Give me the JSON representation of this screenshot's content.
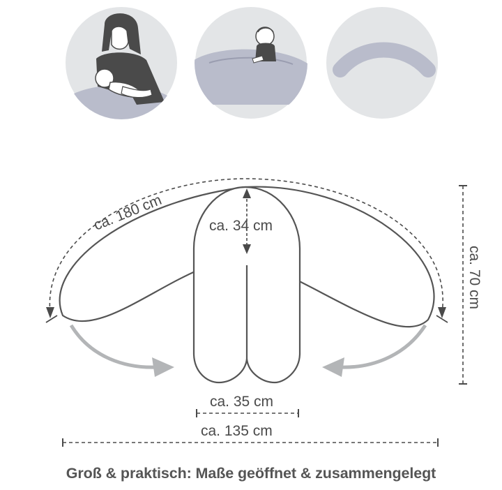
{
  "icons": [
    {
      "name": "nursing-mother-icon"
    },
    {
      "name": "baby-in-pillow-icon"
    },
    {
      "name": "pillow-shape-icon"
    }
  ],
  "dimensions": {
    "length": "ca. 180 cm",
    "height": "ca. 70 cm",
    "depth": "ca. 34 cm",
    "width_folded": "ca. 35 cm",
    "width_open": "ca. 135 cm"
  },
  "caption": "Groß & praktisch: Maße geöffnet & zusammengelegt",
  "colors": {
    "circle": "#e3e5e7",
    "pillow": "#b9bccb",
    "outline": "#555555",
    "arrow": "#b3b5b7"
  }
}
